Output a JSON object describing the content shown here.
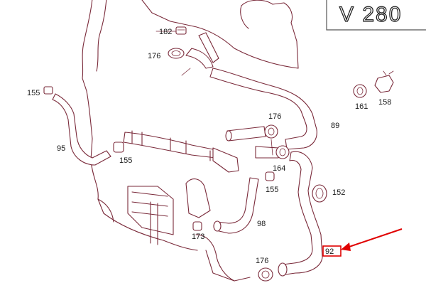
{
  "model_badge": "V 280",
  "part_labels": {
    "p182": "182",
    "p176a": "176",
    "p155a": "155",
    "p95": "95",
    "p155b": "155",
    "p176b": "176",
    "p89": "89",
    "p161": "161",
    "p158": "158",
    "p164": "164",
    "p155c": "155",
    "p152": "152",
    "p98": "98",
    "p173": "173",
    "p92": "92",
    "p176c": "176"
  },
  "highlight": {
    "part": "92",
    "color": "#e00000"
  },
  "line_color": "#7a2a3a"
}
